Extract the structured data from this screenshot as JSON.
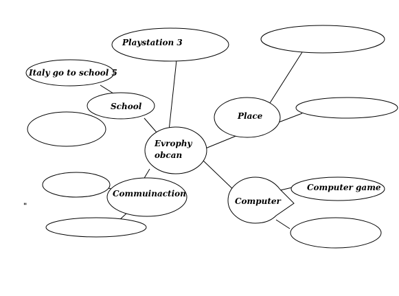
{
  "diagram": {
    "center": {
      "label_line1": "Evrophy",
      "label_line2": "obcan"
    },
    "nodes": {
      "playstation": {
        "label": "Playstation 3"
      },
      "italy": {
        "label": "Italy go to school 5"
      },
      "school": {
        "label": "School"
      },
      "place": {
        "label": "Place"
      },
      "communication": {
        "label": "Commuinaction"
      },
      "computer": {
        "label": "Computer"
      },
      "computer_game": {
        "label": "Computer game"
      },
      "blank_top_right": {
        "label": ""
      },
      "blank_right_middle": {
        "label": ""
      },
      "blank_left_middle": {
        "label": ""
      },
      "blank_left_lower": {
        "label": ""
      },
      "blank_left_bottom": {
        "label": ""
      },
      "blank_bottom_right": {
        "label": ""
      }
    },
    "stray_mark": "\""
  }
}
